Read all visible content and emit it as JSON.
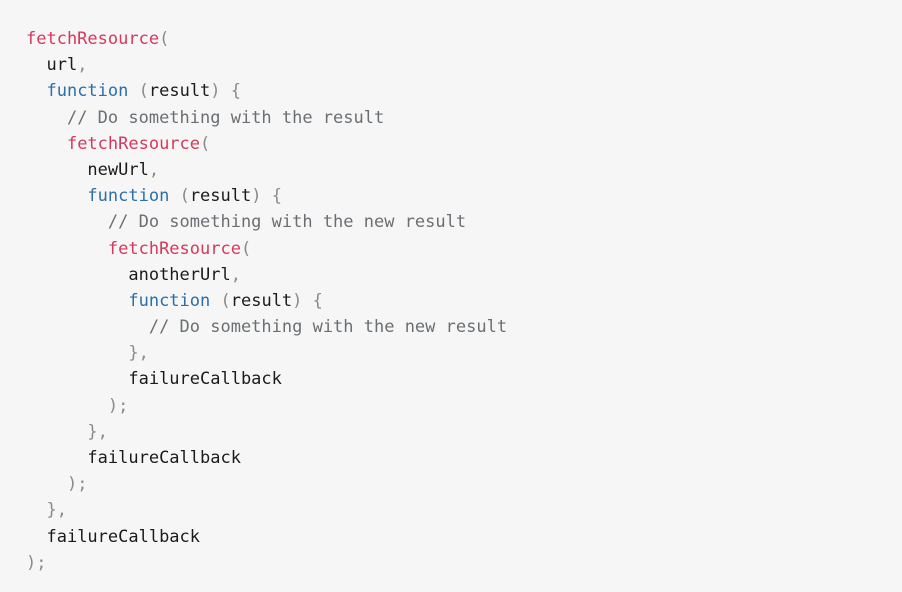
{
  "code": {
    "lines": [
      [
        {
          "t": "fetchResource",
          "c": "fn"
        },
        {
          "t": "(",
          "c": "pn"
        }
      ],
      [
        {
          "t": "  "
        },
        {
          "t": "url",
          "c": "id"
        },
        {
          "t": ",",
          "c": "pn"
        }
      ],
      [
        {
          "t": "  "
        },
        {
          "t": "function",
          "c": "kw"
        },
        {
          "t": " "
        },
        {
          "t": "(",
          "c": "pn"
        },
        {
          "t": "result",
          "c": "id"
        },
        {
          "t": ")",
          "c": "pn"
        },
        {
          "t": " "
        },
        {
          "t": "{",
          "c": "pn"
        }
      ],
      [
        {
          "t": "    "
        },
        {
          "t": "// Do something with the result",
          "c": "cm"
        }
      ],
      [
        {
          "t": "    "
        },
        {
          "t": "fetchResource",
          "c": "fn"
        },
        {
          "t": "(",
          "c": "pn"
        }
      ],
      [
        {
          "t": "      "
        },
        {
          "t": "newUrl",
          "c": "id"
        },
        {
          "t": ",",
          "c": "pn"
        }
      ],
      [
        {
          "t": "      "
        },
        {
          "t": "function",
          "c": "kw"
        },
        {
          "t": " "
        },
        {
          "t": "(",
          "c": "pn"
        },
        {
          "t": "result",
          "c": "id"
        },
        {
          "t": ")",
          "c": "pn"
        },
        {
          "t": " "
        },
        {
          "t": "{",
          "c": "pn"
        }
      ],
      [
        {
          "t": "        "
        },
        {
          "t": "// Do something with the new result",
          "c": "cm"
        }
      ],
      [
        {
          "t": "        "
        },
        {
          "t": "fetchResource",
          "c": "fn"
        },
        {
          "t": "(",
          "c": "pn"
        }
      ],
      [
        {
          "t": "          "
        },
        {
          "t": "anotherUrl",
          "c": "id"
        },
        {
          "t": ",",
          "c": "pn"
        }
      ],
      [
        {
          "t": "          "
        },
        {
          "t": "function",
          "c": "kw"
        },
        {
          "t": " "
        },
        {
          "t": "(",
          "c": "pn"
        },
        {
          "t": "result",
          "c": "id"
        },
        {
          "t": ")",
          "c": "pn"
        },
        {
          "t": " "
        },
        {
          "t": "{",
          "c": "pn"
        }
      ],
      [
        {
          "t": "            "
        },
        {
          "t": "// Do something with the new result",
          "c": "cm"
        }
      ],
      [
        {
          "t": "          "
        },
        {
          "t": "},",
          "c": "pn"
        }
      ],
      [
        {
          "t": "          "
        },
        {
          "t": "failureCallback",
          "c": "id"
        }
      ],
      [
        {
          "t": "        "
        },
        {
          "t": ");",
          "c": "pn"
        }
      ],
      [
        {
          "t": "      "
        },
        {
          "t": "},",
          "c": "pn"
        }
      ],
      [
        {
          "t": "      "
        },
        {
          "t": "failureCallback",
          "c": "id"
        }
      ],
      [
        {
          "t": "    "
        },
        {
          "t": ");",
          "c": "pn"
        }
      ],
      [
        {
          "t": "  "
        },
        {
          "t": "},",
          "c": "pn"
        }
      ],
      [
        {
          "t": "  "
        },
        {
          "t": "failureCallback",
          "c": "id"
        }
      ],
      [
        {
          "t": ");",
          "c": "pn"
        }
      ]
    ]
  }
}
